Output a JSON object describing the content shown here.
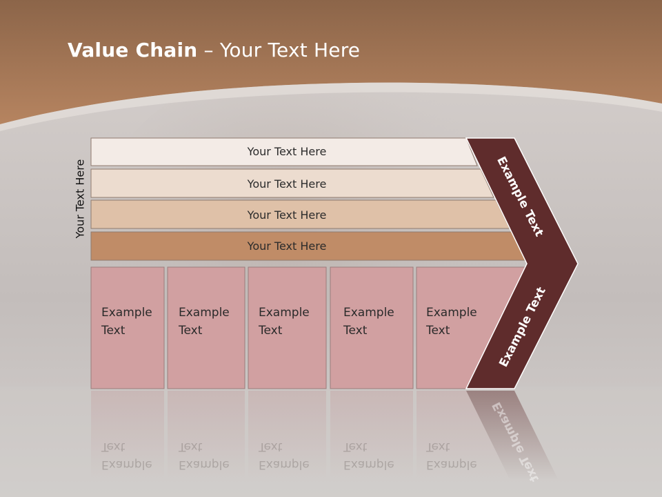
{
  "title": {
    "bold": "Value Chain",
    "rest": " – Your Text Here"
  },
  "side_label": "Your Text Here",
  "rows": [
    {
      "label": "Your Text Here",
      "color": "#f3ebe6"
    },
    {
      "label": "Your Text Here",
      "color": "#ecdccf"
    },
    {
      "label": "Your Text Here",
      "color": "#dfc1a8"
    },
    {
      "label": "Your Text Here",
      "color": "#c08c67"
    }
  ],
  "cells": [
    {
      "line1": "Example",
      "line2": "Text"
    },
    {
      "line1": "Example",
      "line2": "Text"
    },
    {
      "line1": "Example",
      "line2": "Text"
    },
    {
      "line1": "Example",
      "line2": "Text"
    },
    {
      "line1": "Example",
      "line2": "Text"
    }
  ],
  "arrow_upper_label": "Example Text",
  "arrow_lower_label": "Example Text",
  "colors": {
    "header_brown": "#a8764f",
    "arrow_dark": "#5f2c2c",
    "cell_pink": "#d1a0a1"
  }
}
